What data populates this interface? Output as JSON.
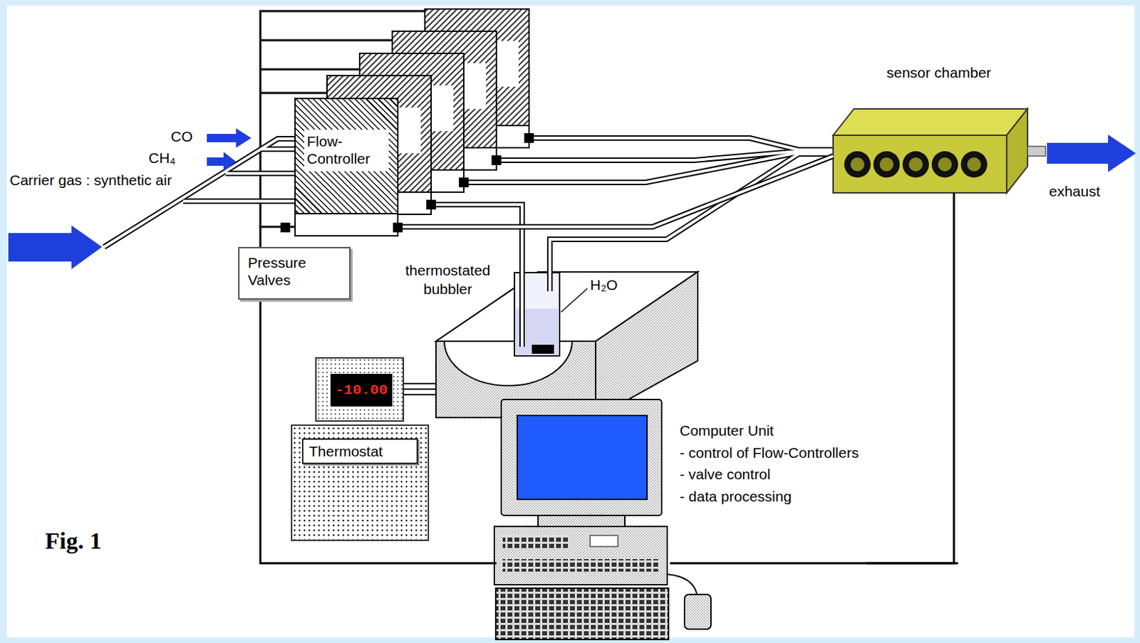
{
  "diagram": {
    "caption": "Fig. 1",
    "nodes": [
      {
        "text": [
          "Flow-Controller"
        ]
      },
      {
        "text": [
          "Pressure Valves"
        ]
      },
      {
        "text": [
          "sensor chamber"
        ]
      },
      {
        "text": [
          "Thermostat"
        ]
      },
      {
        "text": [
          "Computer Unit",
          "- control of Flow-Controllers",
          "- valve control",
          "- data processing"
        ]
      }
    ],
    "edges": [
      {
        "from": 0,
        "to": 2,
        "arrow": "none"
      },
      {
        "from": 2,
        "to": 4,
        "arrow": "none"
      },
      {
        "from": 4,
        "to": 0,
        "arrow": "none"
      }
    ],
    "labels": [
      "Carrier gas : synthetic air",
      "CO",
      "CH₄",
      "thermostated bubbler",
      "H₂O",
      "-10.00",
      "exhaust"
    ]
  }
}
